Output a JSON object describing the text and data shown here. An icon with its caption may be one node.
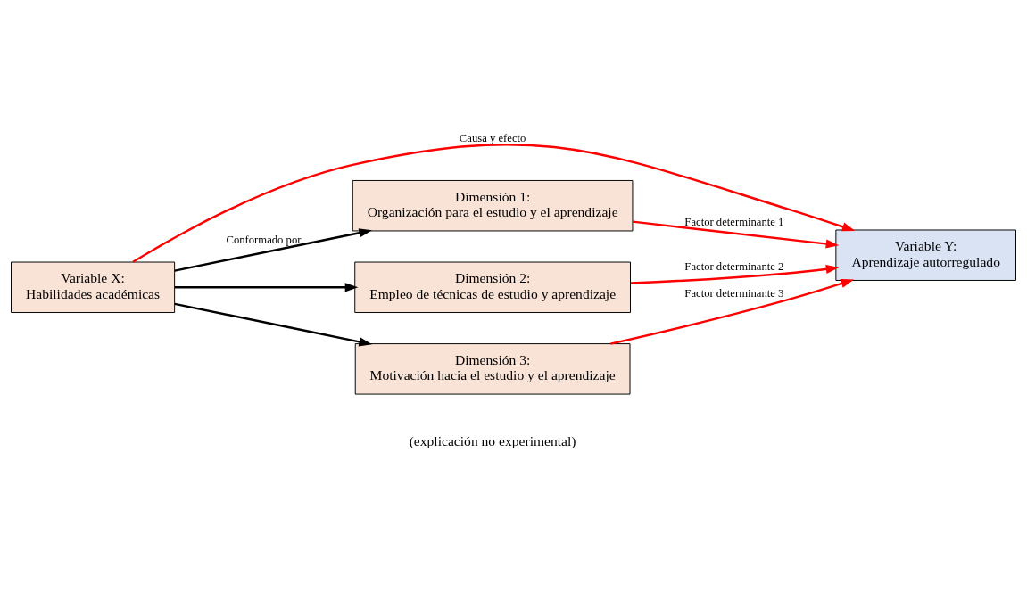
{
  "diagram": {
    "nodes": [
      {
        "text": [
          "Variable X:",
          "Habilidades académicas"
        ]
      },
      {
        "text": [
          "Variable Y:",
          "Aprendizaje autorregulado"
        ]
      },
      {
        "text": [
          "Dimensión 1:",
          "Organización para el estudio y el aprendizaje"
        ]
      },
      {
        "text": [
          "Dimensión 2:",
          "Empleo de técnicas de estudio y aprendizaje"
        ]
      },
      {
        "text": [
          "Dimensión 3:",
          "Motivación hacia el estudio y el aprendizaje"
        ]
      }
    ],
    "edges": [
      {
        "from": 0,
        "to": 1,
        "arrow": "to",
        "label": "Causa y efecto"
      },
      {
        "from": 0,
        "to": 2,
        "arrow": "to",
        "label": "Conformado por",
        "color": "#000000"
      },
      {
        "from": 0,
        "to": 3,
        "arrow": "to",
        "color": "#000000"
      },
      {
        "from": 0,
        "to": 4,
        "arrow": "to",
        "color": "#000000"
      },
      {
        "from": 2,
        "to": 1,
        "arrow": "to",
        "label": "Factor determinante 1"
      },
      {
        "from": 3,
        "to": 1,
        "arrow": "to",
        "label": "Factor determinante 2"
      },
      {
        "from": 4,
        "to": 1,
        "arrow": "to",
        "label": "Factor determinante 3"
      }
    ],
    "labels": [
      "(explicación no experimental)"
    ]
  }
}
